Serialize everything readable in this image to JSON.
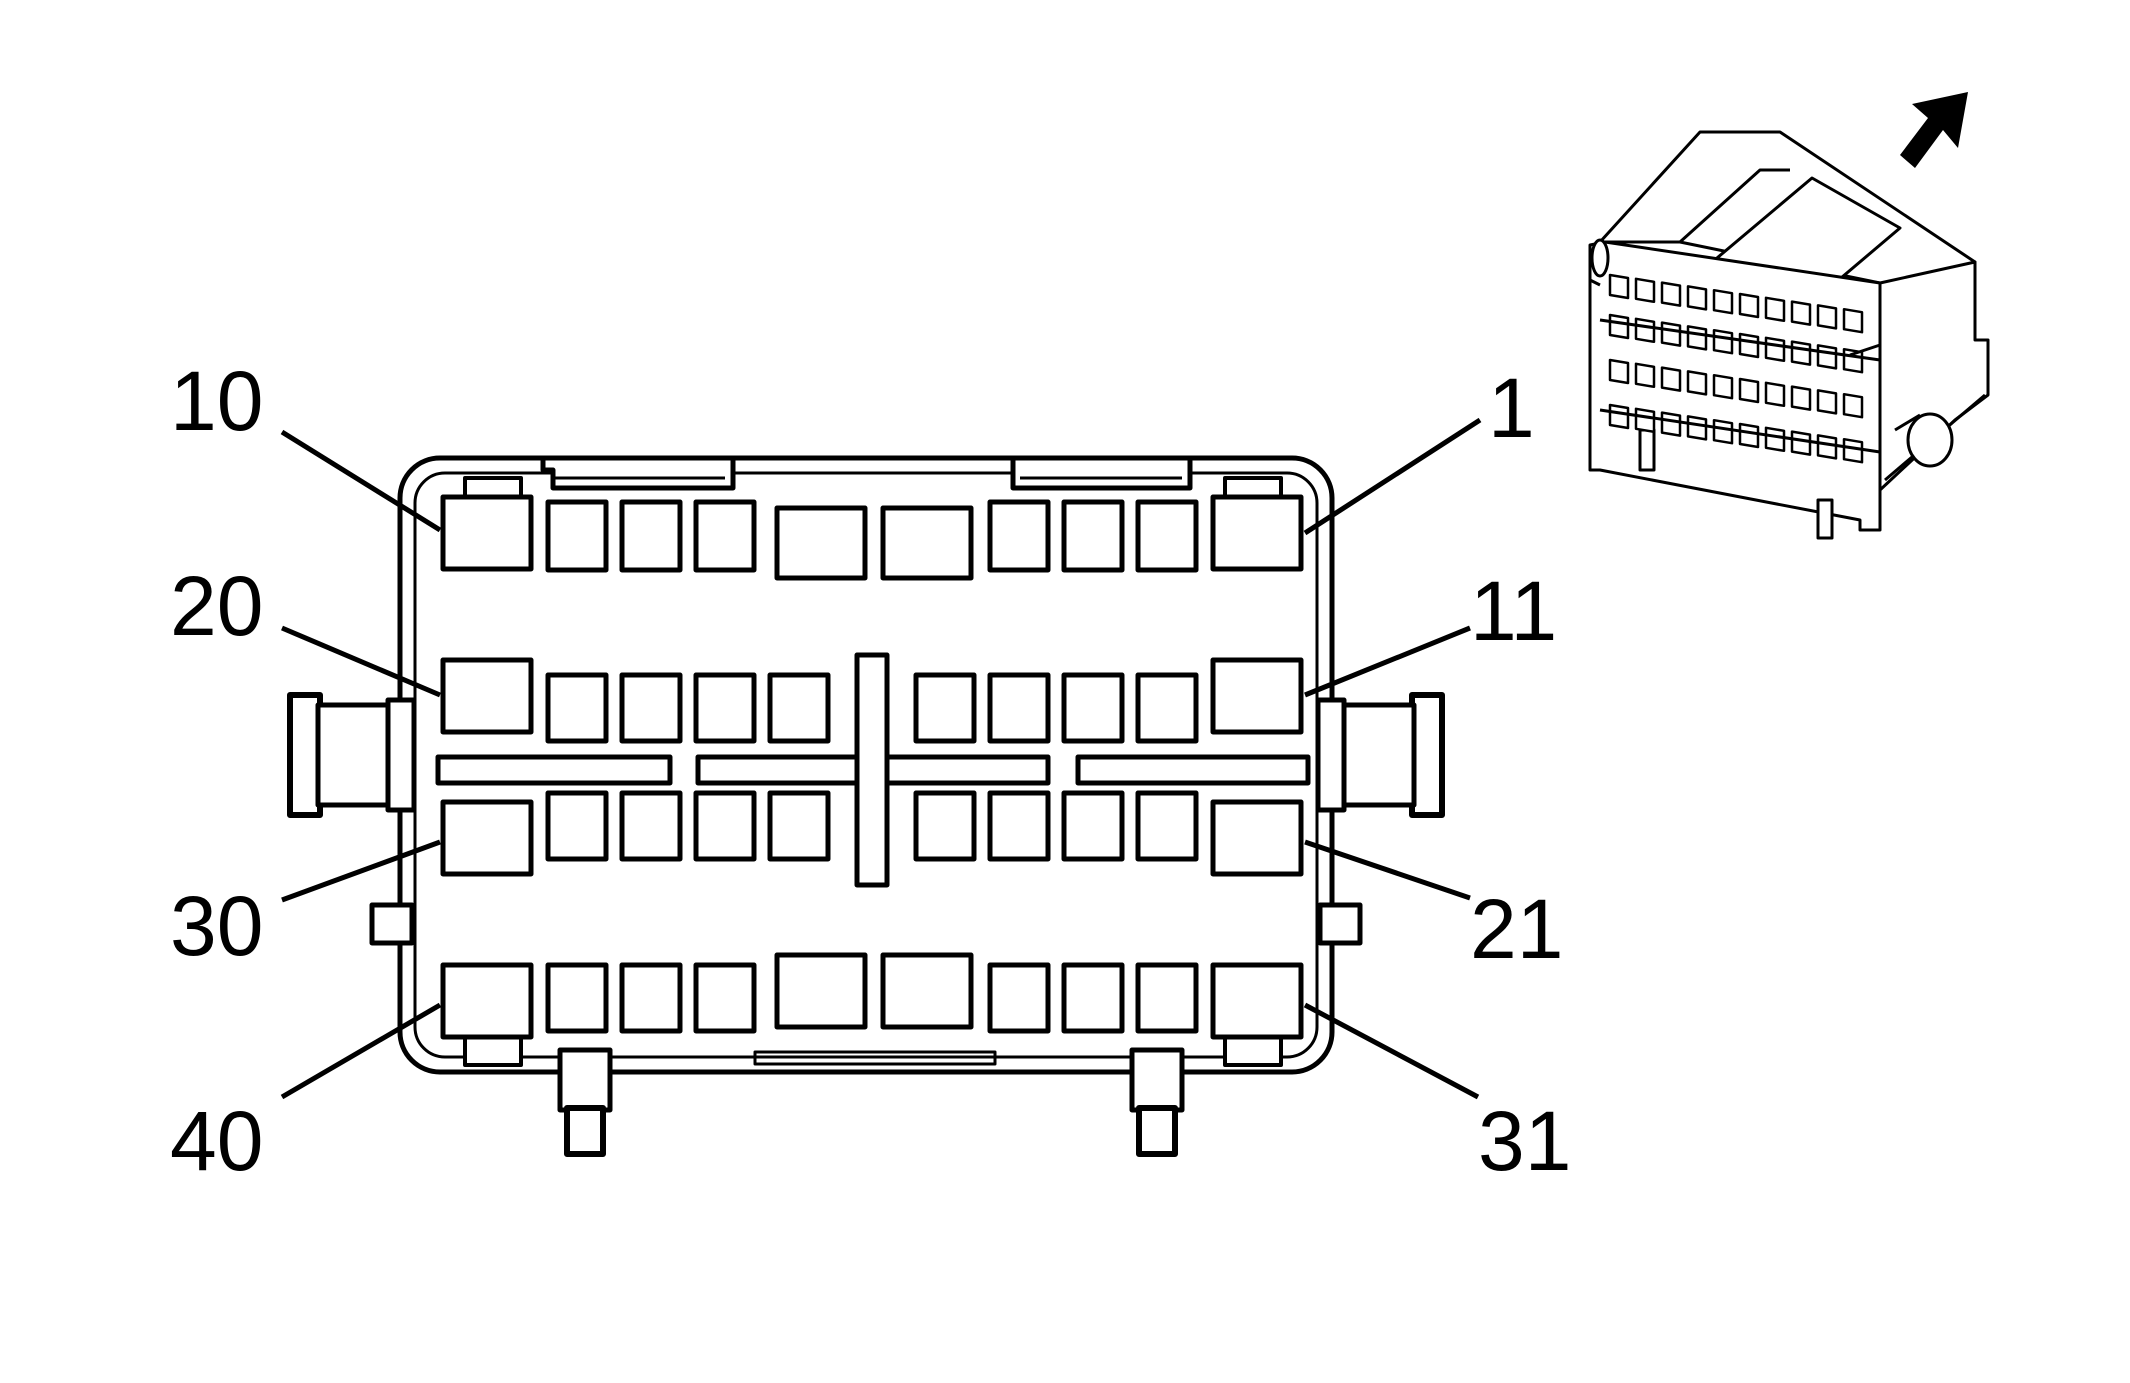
{
  "diagram": {
    "title": "",
    "pin_labels": {
      "top_left": "10",
      "top_right": "1",
      "row2_left": "20",
      "row2_right": "11",
      "row3_left": "30",
      "row3_right": "21",
      "bottom_left": "40",
      "bottom_right": "31"
    },
    "pin_count": 40,
    "icons": {
      "direction": "arrow-up-right-icon",
      "inset": "connector-3d-view"
    },
    "colors": {
      "line": "#000000",
      "background": "#ffffff"
    }
  }
}
